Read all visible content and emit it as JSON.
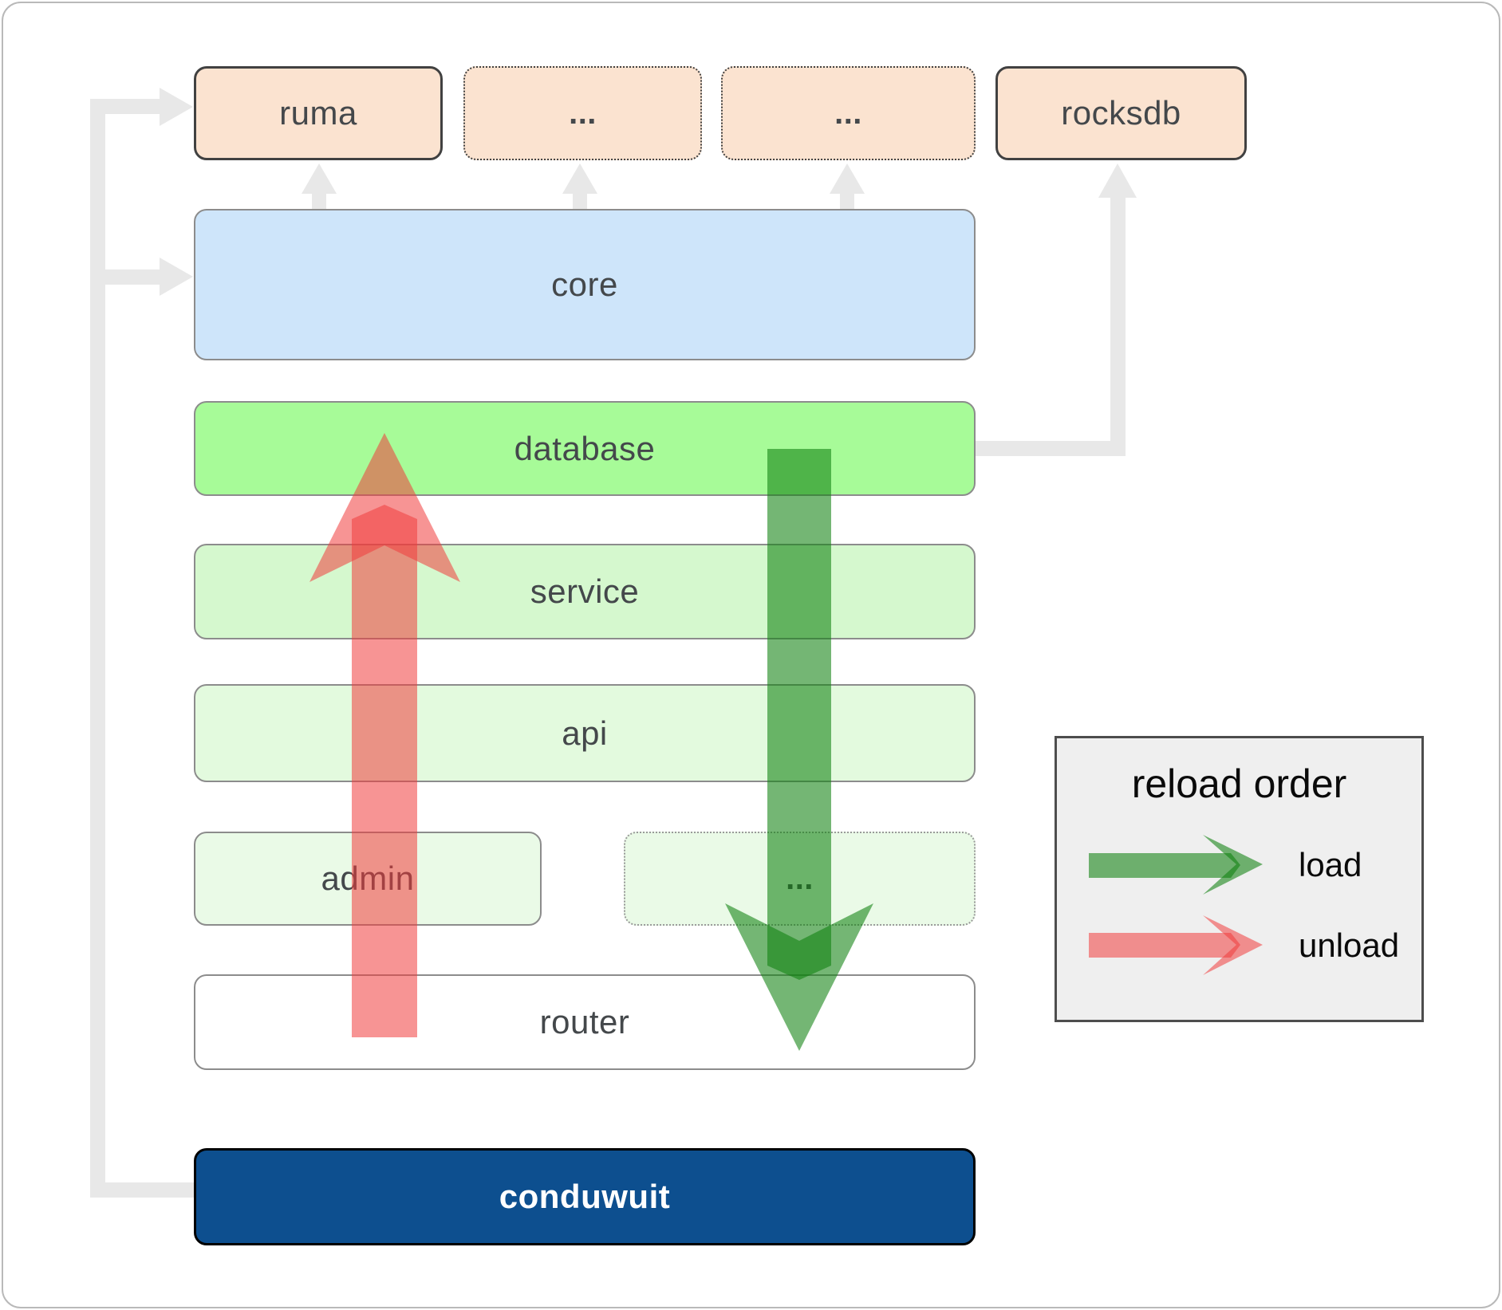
{
  "diagram": {
    "nodes": {
      "ruma": {
        "label": "ruma"
      },
      "dep_a": {
        "label": "..."
      },
      "dep_b": {
        "label": "..."
      },
      "rocksdb": {
        "label": "rocksdb"
      },
      "core": {
        "label": "core"
      },
      "database": {
        "label": "database"
      },
      "service": {
        "label": "service"
      },
      "api": {
        "label": "api"
      },
      "admin": {
        "label": "admin"
      },
      "services_more": {
        "label": "..."
      },
      "router": {
        "label": "router"
      },
      "conduwuit": {
        "label": "conduwuit"
      }
    },
    "legend": {
      "title": "reload order",
      "load_label": "load",
      "unload_label": "unload"
    },
    "colors": {
      "dependency_fill": "#FBE3D0",
      "core_fill": "#CEE5FA",
      "database_fill": "#A7FB98",
      "service_fill": "#D5F8CE",
      "api_fill": "#E3FADE",
      "admin_fill": "#EAFAE7",
      "router_fill": "#FFFFFF",
      "conduwuit_fill": "#0D4F8F",
      "load_arrow": "#0F820F",
      "unload_arrow": "#F03C3C",
      "connector": "#E8E8E8",
      "legend_fill": "#EFEFEF",
      "label_text": "#44484B"
    }
  }
}
